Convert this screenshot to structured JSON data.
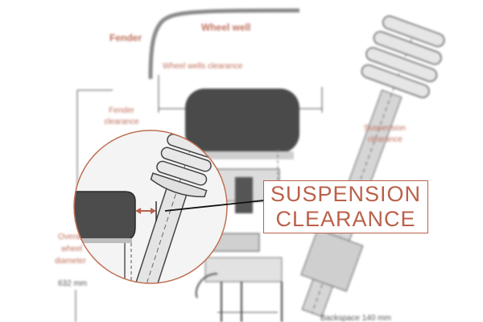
{
  "diagram": {
    "labels": {
      "fender": "Fender",
      "wheel_well": "Wheel well",
      "wheel_wells_clearance": "Wheel wells clearance",
      "fender_clearance_line1": "Fender",
      "fender_clearance_line2": "clearance",
      "suspension_clearance_line1": "Suspension",
      "suspension_clearance_line2": "clearance",
      "overall_wheel_line1": "Overall",
      "overall_wheel_line2": "wheel",
      "overall_wheel_line3": "diameter",
      "overall_diameter_value": "632 mm",
      "backspace": "Backspace 140 mm"
    }
  },
  "callout": {
    "line1": "SUSPENSION",
    "line2": "CLEARANCE"
  },
  "colors": {
    "accent": "#b9614a",
    "label_text": "#c0705c",
    "tire_fill": "#4a4a4a",
    "strut_fill": "#d8d8d8",
    "line": "#333333"
  }
}
